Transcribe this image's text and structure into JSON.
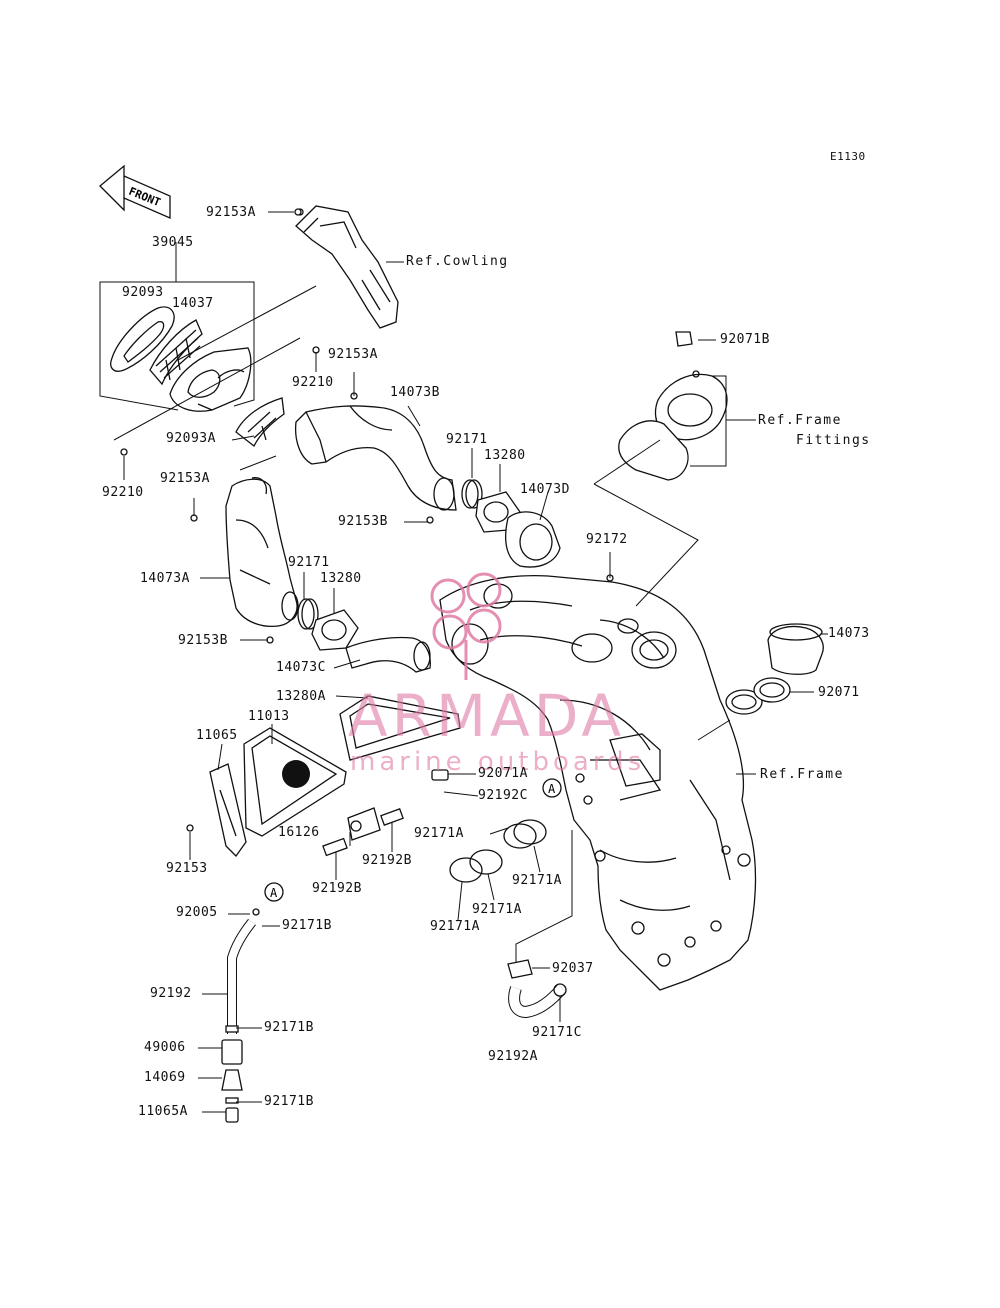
{
  "diagram_code": "E1130",
  "front_label": "FRONT",
  "watermark": {
    "brand": "ARMADA",
    "tagline": "marine outboards",
    "color": "#e07ba5"
  },
  "callout_A": "A",
  "labels": {
    "l92153A_1": "92153A",
    "lRefCowling": "Ref.Cowling",
    "l39045": "39045",
    "l92093": "92093",
    "l14037": "14037",
    "l92153A_2": "92153A",
    "l92210_1": "92210",
    "l92093A": "92093A",
    "l92210_2": "92210",
    "l14073B": "14073B",
    "l92071B": "92071B",
    "lRefFrameFittings1": "Ref.Frame",
    "lRefFrameFittings2": "Fittings",
    "l92171_1": "92171",
    "l13280_1": "13280",
    "l14073D": "14073D",
    "l92153A_3": "92153A",
    "l92153B_1": "92153B",
    "l92172": "92172",
    "l92171_2": "92171",
    "l13280_2": "13280",
    "l14073A": "14073A",
    "l92153B_2": "92153B",
    "l14073C": "14073C",
    "l14073": "14073",
    "l92071": "92071",
    "l13280A": "13280A",
    "l11013": "11013",
    "l11065": "11065",
    "l92071A": "92071A",
    "l92192C": "92192C",
    "lRefFrame": "Ref.Frame",
    "l92171A_1": "92171A",
    "l16126": "16126",
    "l92192B_1": "92192B",
    "l92153": "92153",
    "l92171A_2": "92171A",
    "l92192B_2": "92192B",
    "l92171A_3": "92171A",
    "l92171A_4": "92171A",
    "l92005": "92005",
    "l92171B_1": "92171B",
    "l92037": "92037",
    "l92192": "92192",
    "l92171C": "92171C",
    "l92171B_2": "92171B",
    "l49006": "49006",
    "l92192A": "92192A",
    "l14069": "14069",
    "l92171B_3": "92171B",
    "l11065A": "11065A"
  }
}
